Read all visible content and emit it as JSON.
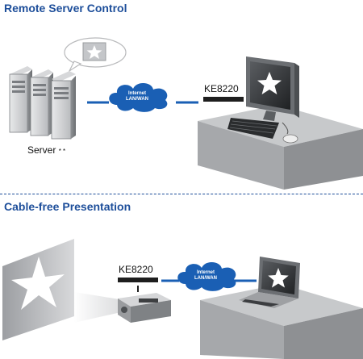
{
  "sections": [
    {
      "title": "Remote Server Control",
      "device_label": "KE8220",
      "server_label": "Server",
      "server_marks": "* *",
      "network_label": [
        "Internet",
        "LAN/WAN"
      ]
    },
    {
      "title": "Cable-free Presentation",
      "device_label": "KE8220",
      "network_label": [
        "Internet",
        "LAN/WAN"
      ]
    }
  ],
  "colors": {
    "heading": "#1d4e9a",
    "cloud": "#1a5fb4",
    "link_line": "#1a5fb4",
    "desk": "#a6a8ab",
    "device_bar": "#1e1e1e"
  },
  "icons": [
    "server-rack-icon",
    "speech-bubble-star-icon",
    "cloud-icon",
    "desktop-monitor-star-icon",
    "keyboard-icon",
    "mouse-icon",
    "projector-icon",
    "projection-screen-star-icon",
    "laptop-star-icon"
  ]
}
